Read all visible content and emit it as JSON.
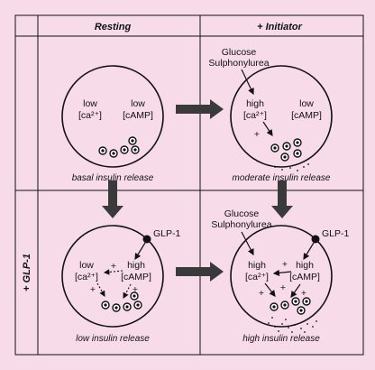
{
  "headers": {
    "col_resting": "Resting",
    "col_initiator": "+ Initiator",
    "row_glp1": "+ GLP-1"
  },
  "cells": {
    "top_left": {
      "ca_low": "low",
      "ca_label": "[ca²⁺]",
      "camp_low": "low",
      "camp_label": "[cAMP]",
      "caption": "basal insulin release"
    },
    "top_right": {
      "stimulus_1": "Glucose",
      "stimulus_2": "Sulphonylurea",
      "ca_high": "high",
      "ca_label": "[ca²⁺]",
      "camp_low": "low",
      "camp_label": "[cAMP]",
      "plus": "+",
      "caption": "moderate insulin release"
    },
    "bottom_left": {
      "glp1": "GLP-1",
      "ca_low": "low",
      "ca_label": "[ca²⁺]",
      "camp_high": "high",
      "camp_label": "[cAMP]",
      "plus_a": "+",
      "plus_b": "+",
      "plus_c": "+",
      "caption": "low insulin release"
    },
    "bottom_right": {
      "stimulus_1": "Glucose",
      "stimulus_2": "Sulphonylurea",
      "glp1": "GLP-1",
      "ca_high": "high",
      "ca_label": "[ca²⁺]",
      "camp_high": "high",
      "camp_label": "[cAMP]",
      "plus_a": "+",
      "plus_b": "+",
      "plus_c": "+",
      "plus_d": "+",
      "caption": "high insulin release"
    }
  }
}
